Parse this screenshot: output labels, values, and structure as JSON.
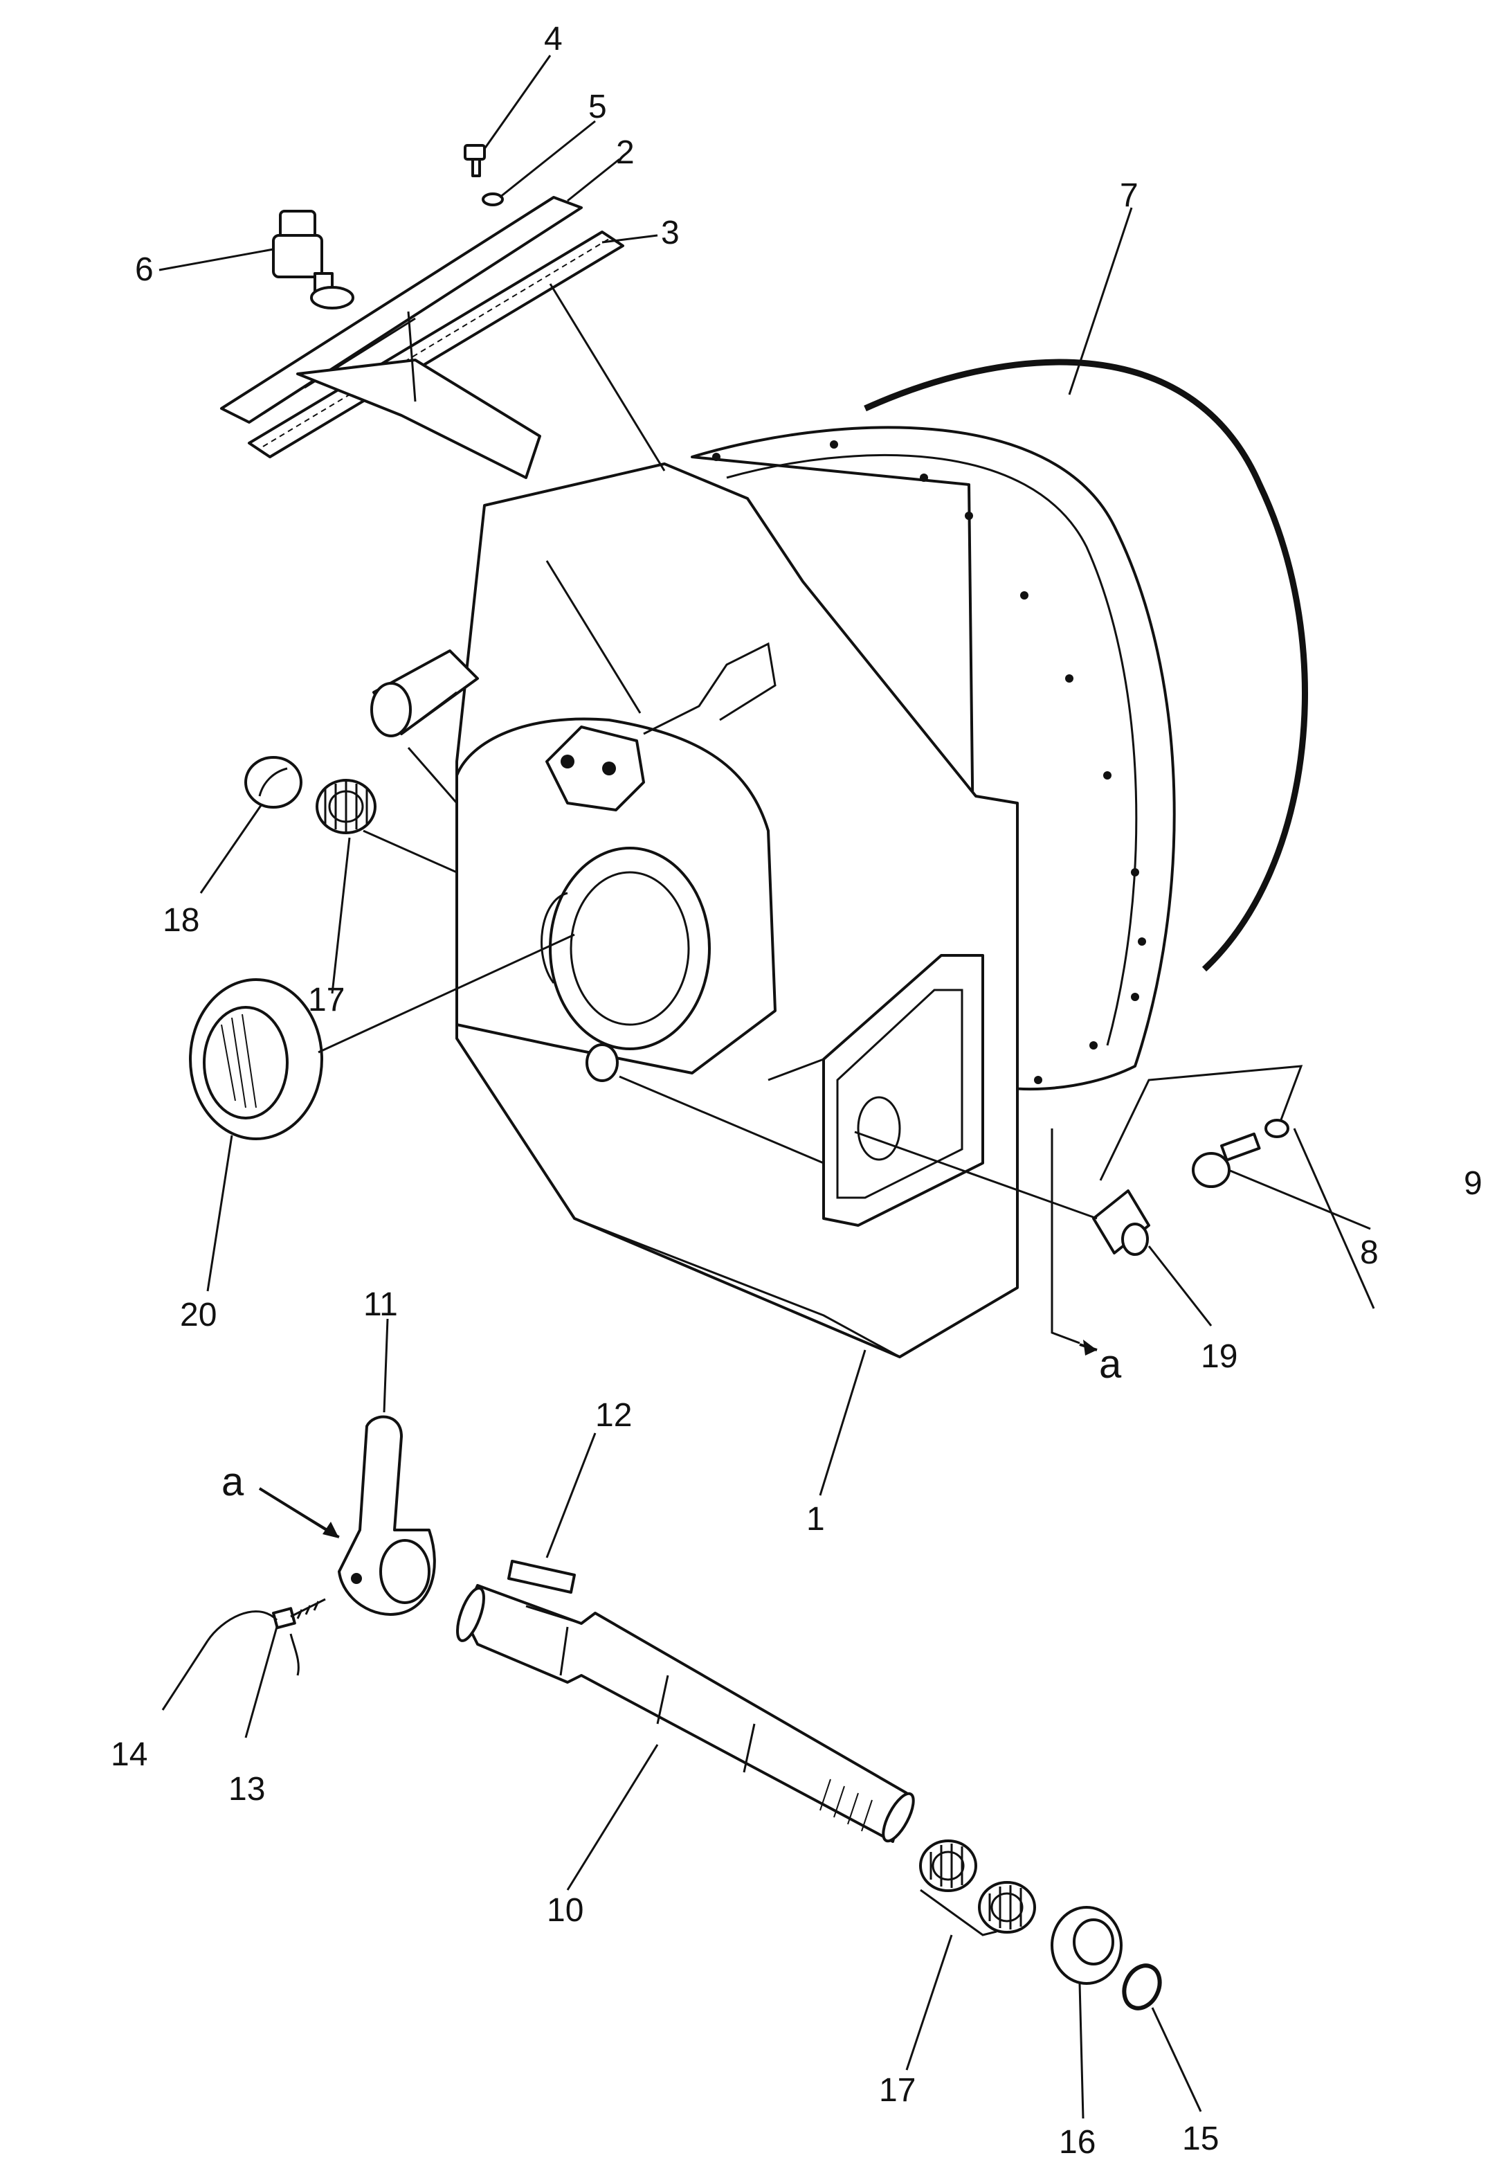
{
  "callouts": {
    "c1": "1",
    "c2": "2",
    "c3": "3",
    "c4": "4",
    "c5": "5",
    "c6": "6",
    "c7": "7",
    "c8": "8",
    "c9": "9",
    "c10": "10",
    "c11": "11",
    "c12": "12",
    "c13": "13",
    "c14": "14",
    "c15": "15",
    "c16": "16",
    "c17a": "17",
    "c17b": "17",
    "c18": "18",
    "c19": "19",
    "c20": "20",
    "ref_a1": "a",
    "ref_a2": "a"
  }
}
